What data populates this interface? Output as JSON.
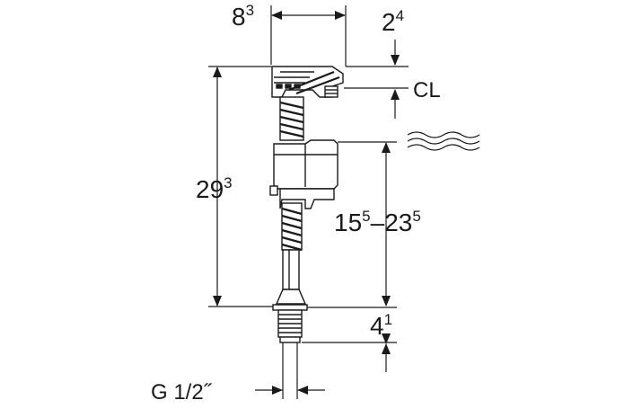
{
  "dimensions": {
    "top_width": {
      "base": "8",
      "sup": "3"
    },
    "top_offset": {
      "base": "2",
      "sup": "4"
    },
    "cl_label": "CL",
    "total_height": {
      "base": "29",
      "sup": "3"
    },
    "water_range": {
      "base_a": "15",
      "sup_a": "5",
      "dash": "–",
      "base_b": "23",
      "sup_b": "5"
    },
    "base_height": {
      "base": "4",
      "sup": "1"
    },
    "thread": "G 1/2˝"
  },
  "colors": {
    "line": "#1a1a1a",
    "text": "#1a1a1a",
    "background": "#ffffff"
  }
}
